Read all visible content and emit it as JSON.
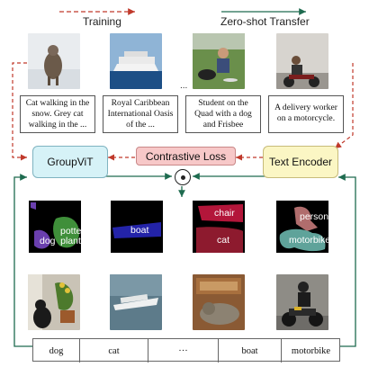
{
  "header": {
    "training_label": "Training",
    "zeroshot_label": "Zero-shot Transfer",
    "ellipsis": "..."
  },
  "captions": [
    "Cat walking in the snow. Grey cat walking in the ...",
    "Royal Caribbean International Oasis of the ...",
    "Student on the Quad with a dog and Frisbee",
    "A delivery worker on a motorcycle."
  ],
  "boxes": {
    "groupvit": "GroupViT",
    "contrastive_loss": "Contrastive Loss",
    "text_encoder": "Text Encoder",
    "dot_product": "⊙"
  },
  "segments": [
    {
      "id": "dog-plant",
      "labels": [
        "dog",
        "potted plant"
      ]
    },
    {
      "id": "boat",
      "labels": [
        "boat"
      ]
    },
    {
      "id": "chair-cat",
      "labels": [
        "chair",
        "cat"
      ]
    },
    {
      "id": "person-motorbike",
      "labels": [
        "person",
        "motorbike"
      ]
    }
  ],
  "class_row": [
    "dog",
    "cat",
    "···",
    "boat",
    "motorbike"
  ],
  "colors": {
    "groupvit_fill": "#d6f2f7",
    "contrastive_fill": "#f7c8c8",
    "text_encoder_fill": "#fbf6c4",
    "training_arrow": "#c0392b",
    "zeroshot_arrow": "#1e6b4f",
    "seg_green": "#3f8f3a",
    "seg_purple": "#6a3fae",
    "seg_blue": "#2323a8",
    "seg_red": "#b3163a",
    "seg_teal": "#5fa39a",
    "seg_pink": "#b06d6d"
  }
}
